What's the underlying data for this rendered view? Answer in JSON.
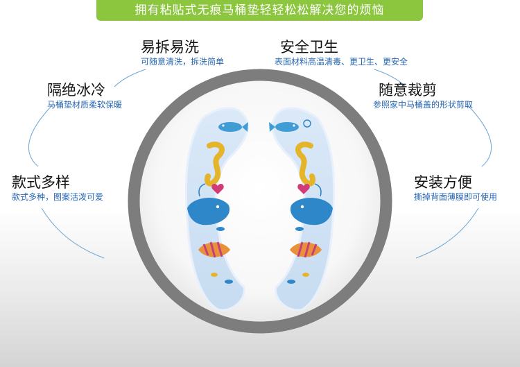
{
  "banner": {
    "text": "拥有粘贴式无痕马桶垫轻轻松松解决您的烦恼"
  },
  "features": {
    "easy_clean": {
      "title": "易拆易洗",
      "desc": "可随意清洗，拆洗简单"
    },
    "hygiene": {
      "title": "安全卫生",
      "desc": "表面材料高温清毒、更卫生、更安全"
    },
    "insulation": {
      "title": "隔绝冰冷",
      "desc": "马桶垫材质柔软保暖"
    },
    "trim": {
      "title": "随意裁剪",
      "desc": "参照家中马桶盖的形状剪取"
    },
    "styles": {
      "title": "款式多样",
      "desc": "款式多种，图案活泼可爱"
    },
    "install": {
      "title": "安装方便",
      "desc": "撕掉背面薄膜即可使用"
    }
  },
  "colors": {
    "banner": "#8cc63f",
    "ring": "#7d7d7d",
    "subtitle": "#2767b3",
    "pad": "#cfe3f6",
    "connector": "#6aa4d6"
  },
  "icons": [
    "fish-icon",
    "seahorse-icon",
    "whale-icon",
    "heart-icon",
    "spiral-icon",
    "small-fish-icon",
    "striped-fish-icon"
  ]
}
